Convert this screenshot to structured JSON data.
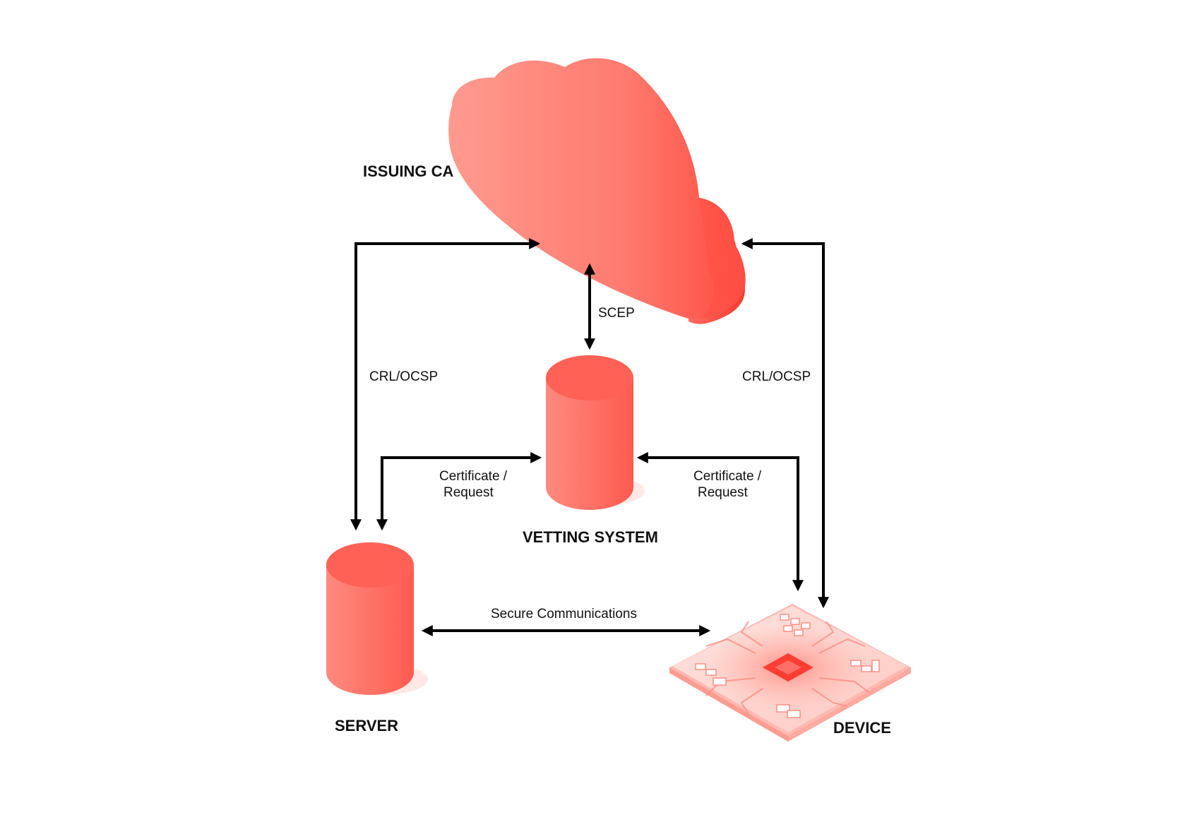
{
  "nodes": {
    "issuing_ca": {
      "label": "ISSUING CA"
    },
    "vetting_system": {
      "label": "VETTING SYSTEM"
    },
    "server": {
      "label": "SERVER"
    },
    "device": {
      "label": "DEVICE"
    }
  },
  "edges": {
    "scep": {
      "label": "SCEP"
    },
    "crl_ocsp_server": {
      "label": "CRL/OCSP"
    },
    "crl_ocsp_device": {
      "label": "CRL/OCSP"
    },
    "cert_request_server": {
      "label_line1": "Certificate /",
      "label_line2": "Request"
    },
    "cert_request_device": {
      "label_line1": "Certificate /",
      "label_line2": "Request"
    },
    "secure_comms": {
      "label": "Secure Communications"
    }
  },
  "colors": {
    "accent": "#ff5a4f",
    "accent_light": "#ff948a",
    "accent_dark": "#f7443a",
    "arrow": "#000000",
    "text": "#111111"
  }
}
